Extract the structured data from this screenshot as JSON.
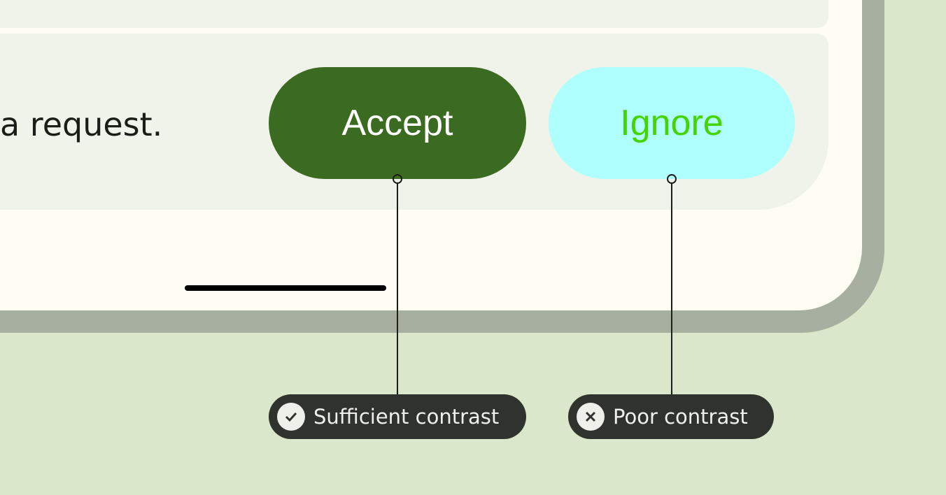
{
  "message_text": "a request.",
  "buttons": {
    "accept": "Accept",
    "ignore": "Ignore"
  },
  "annotations": [
    {
      "label": "Sufficient contrast",
      "icon": "check-icon"
    },
    {
      "label": "Poor contrast",
      "icon": "close-icon"
    }
  ],
  "colors": {
    "accept_bg": "#3a6b21",
    "accept_text": "#ffffff",
    "ignore_bg": "#aefffe",
    "ignore_text": "#44d400",
    "background": "#dbe7cb"
  }
}
